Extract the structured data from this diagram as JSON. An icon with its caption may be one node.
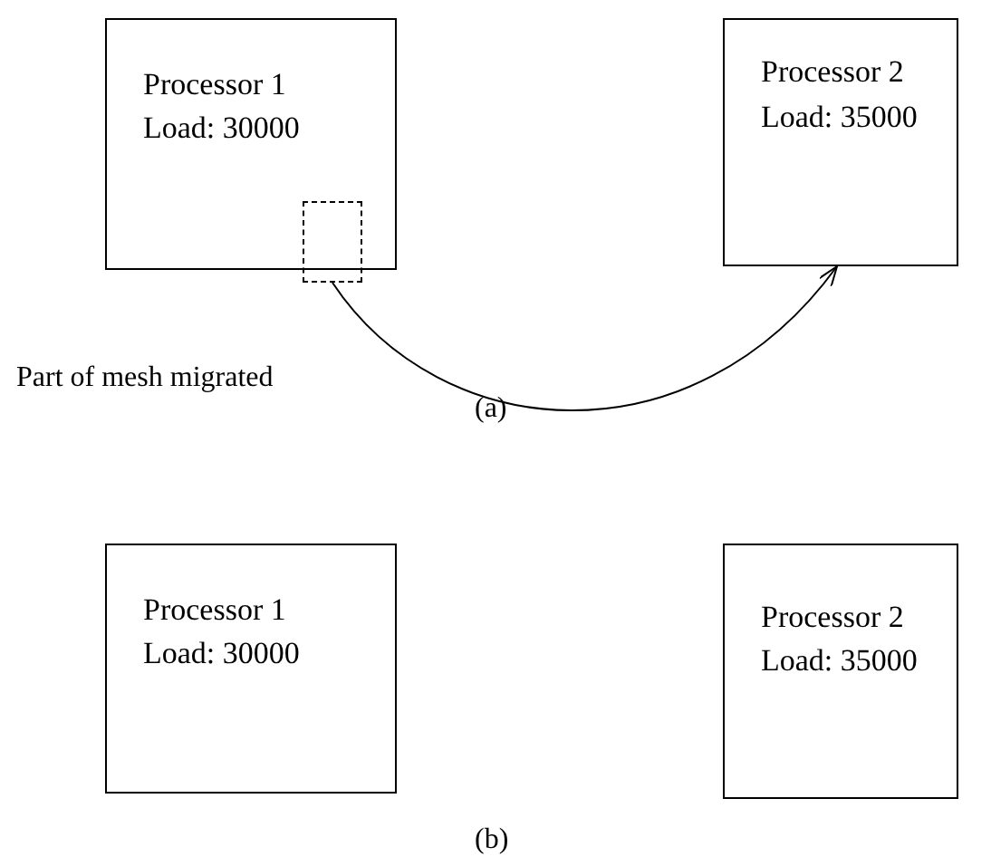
{
  "diagram": {
    "nodes": [
      {
        "text": [
          "Processor 1",
          "Load: 30000"
        ]
      },
      {
        "text": [],
        "shape": "box"
      },
      {
        "text": [
          "Processor 2",
          "Load: 35000"
        ]
      },
      {
        "text": [
          "Processor 1",
          "Load: 30000"
        ]
      },
      {
        "text": [
          "Processor 2",
          "Load: 35000"
        ]
      }
    ],
    "edges": [
      {
        "from": 1,
        "to": 2,
        "arrow": "to"
      }
    ],
    "labels": [
      "Part of mesh migrated",
      "(a)",
      "(b)"
    ]
  }
}
